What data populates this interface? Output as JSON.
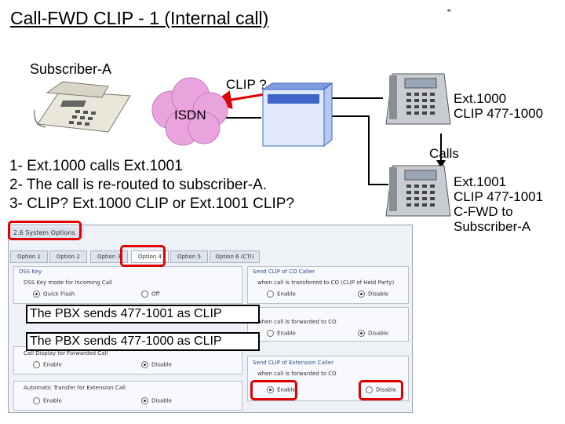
{
  "header": {
    "title": "Call-FWD CLIP - 1 (Internal call)",
    "quote_mark": "“"
  },
  "labels": {
    "subscriber_a": "Subscriber-A",
    "clip_question": "CLIP ?",
    "isdn": "ISDN",
    "calls": "Calls"
  },
  "ext_1000": {
    "line1": "Ext.1000",
    "line2": "CLIP 477-1000"
  },
  "ext_1001": {
    "line1": "Ext.1001",
    "line2": "CLIP 477-1001",
    "line3": "C-FWD to",
    "line4": "Subscriber-A"
  },
  "steps": [
    "1- Ext.1000 calls Ext.1001",
    "2- The call is re-routed to subscriber-A.",
    "3- CLIP? Ext.1000 CLIP or Ext.1001 CLIP?"
  ],
  "callouts": {
    "first": "The PBX sends 477-1001 as CLIP",
    "second": "The PBX sends 477-1000 as CLIP"
  },
  "settings_screen": {
    "title": "2.6 System Options",
    "tabs": [
      "Option 1",
      "Option 2",
      "Option 3",
      "Option 4",
      "Option 5",
      "Option 6 (CTI)"
    ],
    "active_tab": "Option 4",
    "left_groups": [
      {
        "header": "DSS Key",
        "option": "DSS Key mode for Incoming Call",
        "choices": [
          "Quick Flash",
          "Off"
        ]
      },
      {
        "header": "Call Display for Forwarded Call",
        "option": "Call Display for Forwarded Call",
        "choices": [
          "Enable",
          "Disable"
        ]
      },
      {
        "header": "Automatic Transfer for Extension Call",
        "option": "Automatic Transfer for Extension Call",
        "choices": [
          "Enable",
          "Disable"
        ]
      }
    ],
    "right_groups": [
      {
        "header": "Send CLIP of CO Caller",
        "option": "when call is transferred to CO (CLIP of Held Party)",
        "choices": [
          "Enable",
          "Disable"
        ]
      },
      {
        "header": "",
        "option": "when call is forwarded to CO",
        "choices": [
          "Enable",
          "Disable"
        ]
      },
      {
        "header": "Send CLIP of Extension Caller",
        "option": "when call is forwarded to CO",
        "choices": [
          "Enable",
          "Disable"
        ]
      }
    ]
  },
  "colors": {
    "highlight": "#e00000",
    "arrow": "#000000",
    "cloud": "#e9a3dd",
    "pbx": "#3f66c8"
  }
}
